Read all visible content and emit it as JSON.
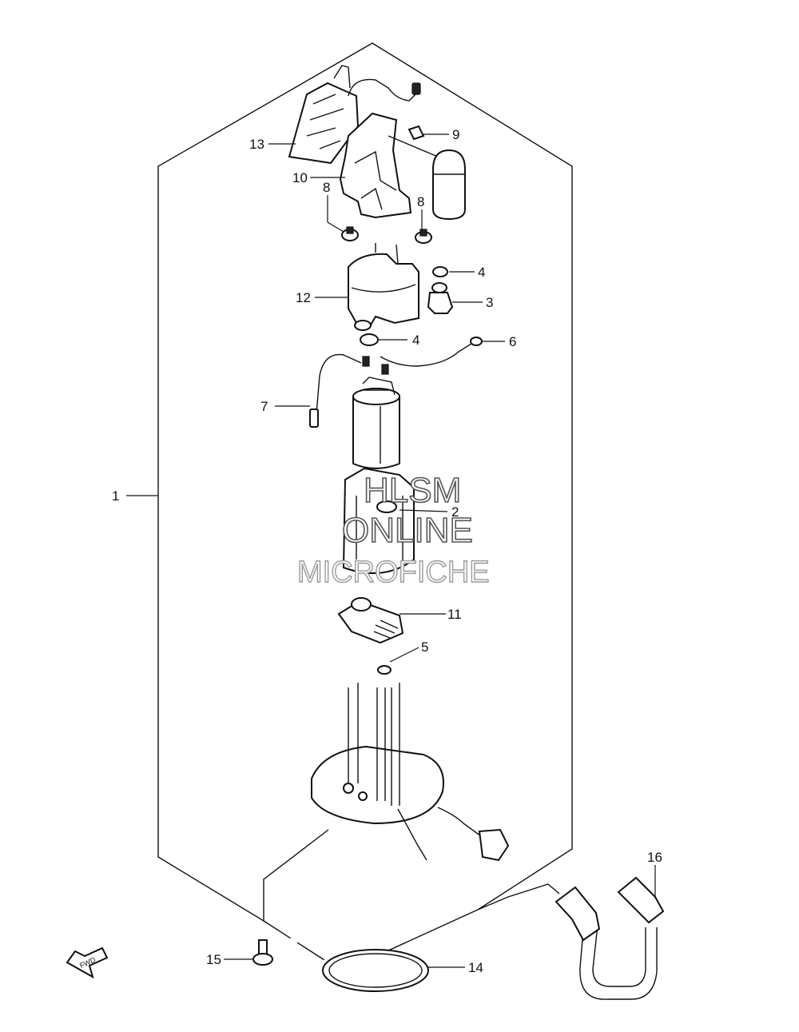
{
  "callouts": {
    "p1": "1",
    "p2": "2",
    "p3": "3",
    "p4a": "4",
    "p4b": "4",
    "p5": "5",
    "p6": "6",
    "p7": "7",
    "p8a": "8",
    "p8b": "8",
    "p9": "9",
    "p10": "10",
    "p11": "11",
    "p12": "12",
    "p13": "13",
    "p14": "14",
    "p15": "15",
    "p16": "16"
  },
  "fwd_label": "FWD",
  "watermark": {
    "line1": "HLSM",
    "line2": "ONLINE",
    "line3": "MICROFICHE"
  }
}
